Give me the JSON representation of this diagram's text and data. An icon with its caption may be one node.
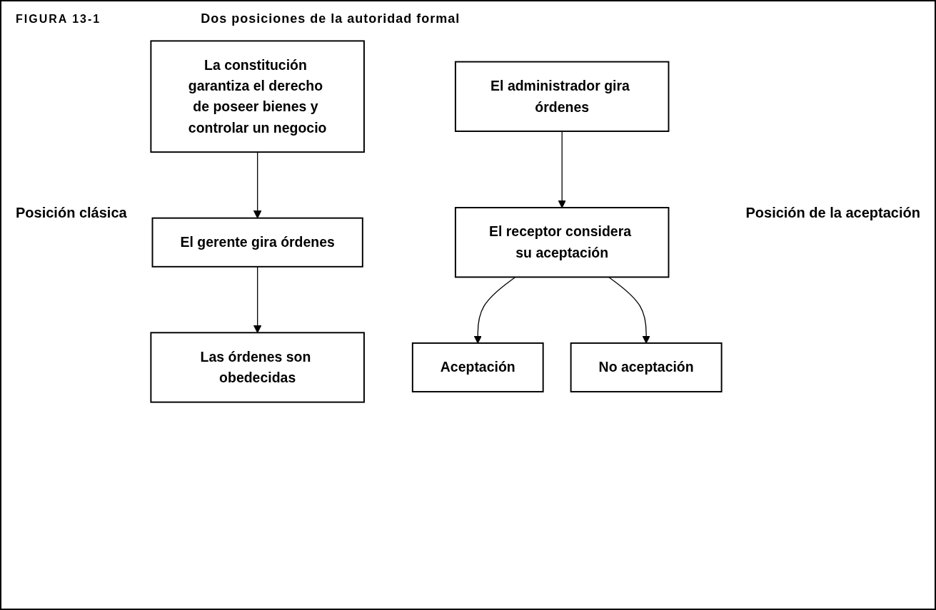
{
  "diagram": {
    "title": "Dos posiciones de la autoridad formal",
    "nodes": [
      {
        "text": [
          "La constitución garantiza el derecho de poseer bienes y controlar un negocio"
        ]
      },
      {
        "text": [
          "El gerente gira órdenes"
        ]
      },
      {
        "text": [
          "Las órdenes son obedecidas"
        ]
      },
      {
        "text": [
          "El administrador gira órdenes"
        ]
      },
      {
        "text": [
          "El receptor considera su aceptación"
        ]
      },
      {
        "text": [
          "Aceptación"
        ]
      },
      {
        "text": [
          "No aceptación"
        ]
      }
    ],
    "edges": [
      {
        "from": 0,
        "to": 1,
        "arrow": "to"
      },
      {
        "from": 1,
        "to": 2,
        "arrow": "to"
      },
      {
        "from": 3,
        "to": 4,
        "arrow": "to"
      },
      {
        "from": 4,
        "to": 5,
        "arrow": "to"
      },
      {
        "from": 4,
        "to": 6,
        "arrow": "to"
      }
    ],
    "labels": [
      "FIGURA 13-1",
      "Posición clásica",
      "Posición de la aceptación"
    ]
  }
}
